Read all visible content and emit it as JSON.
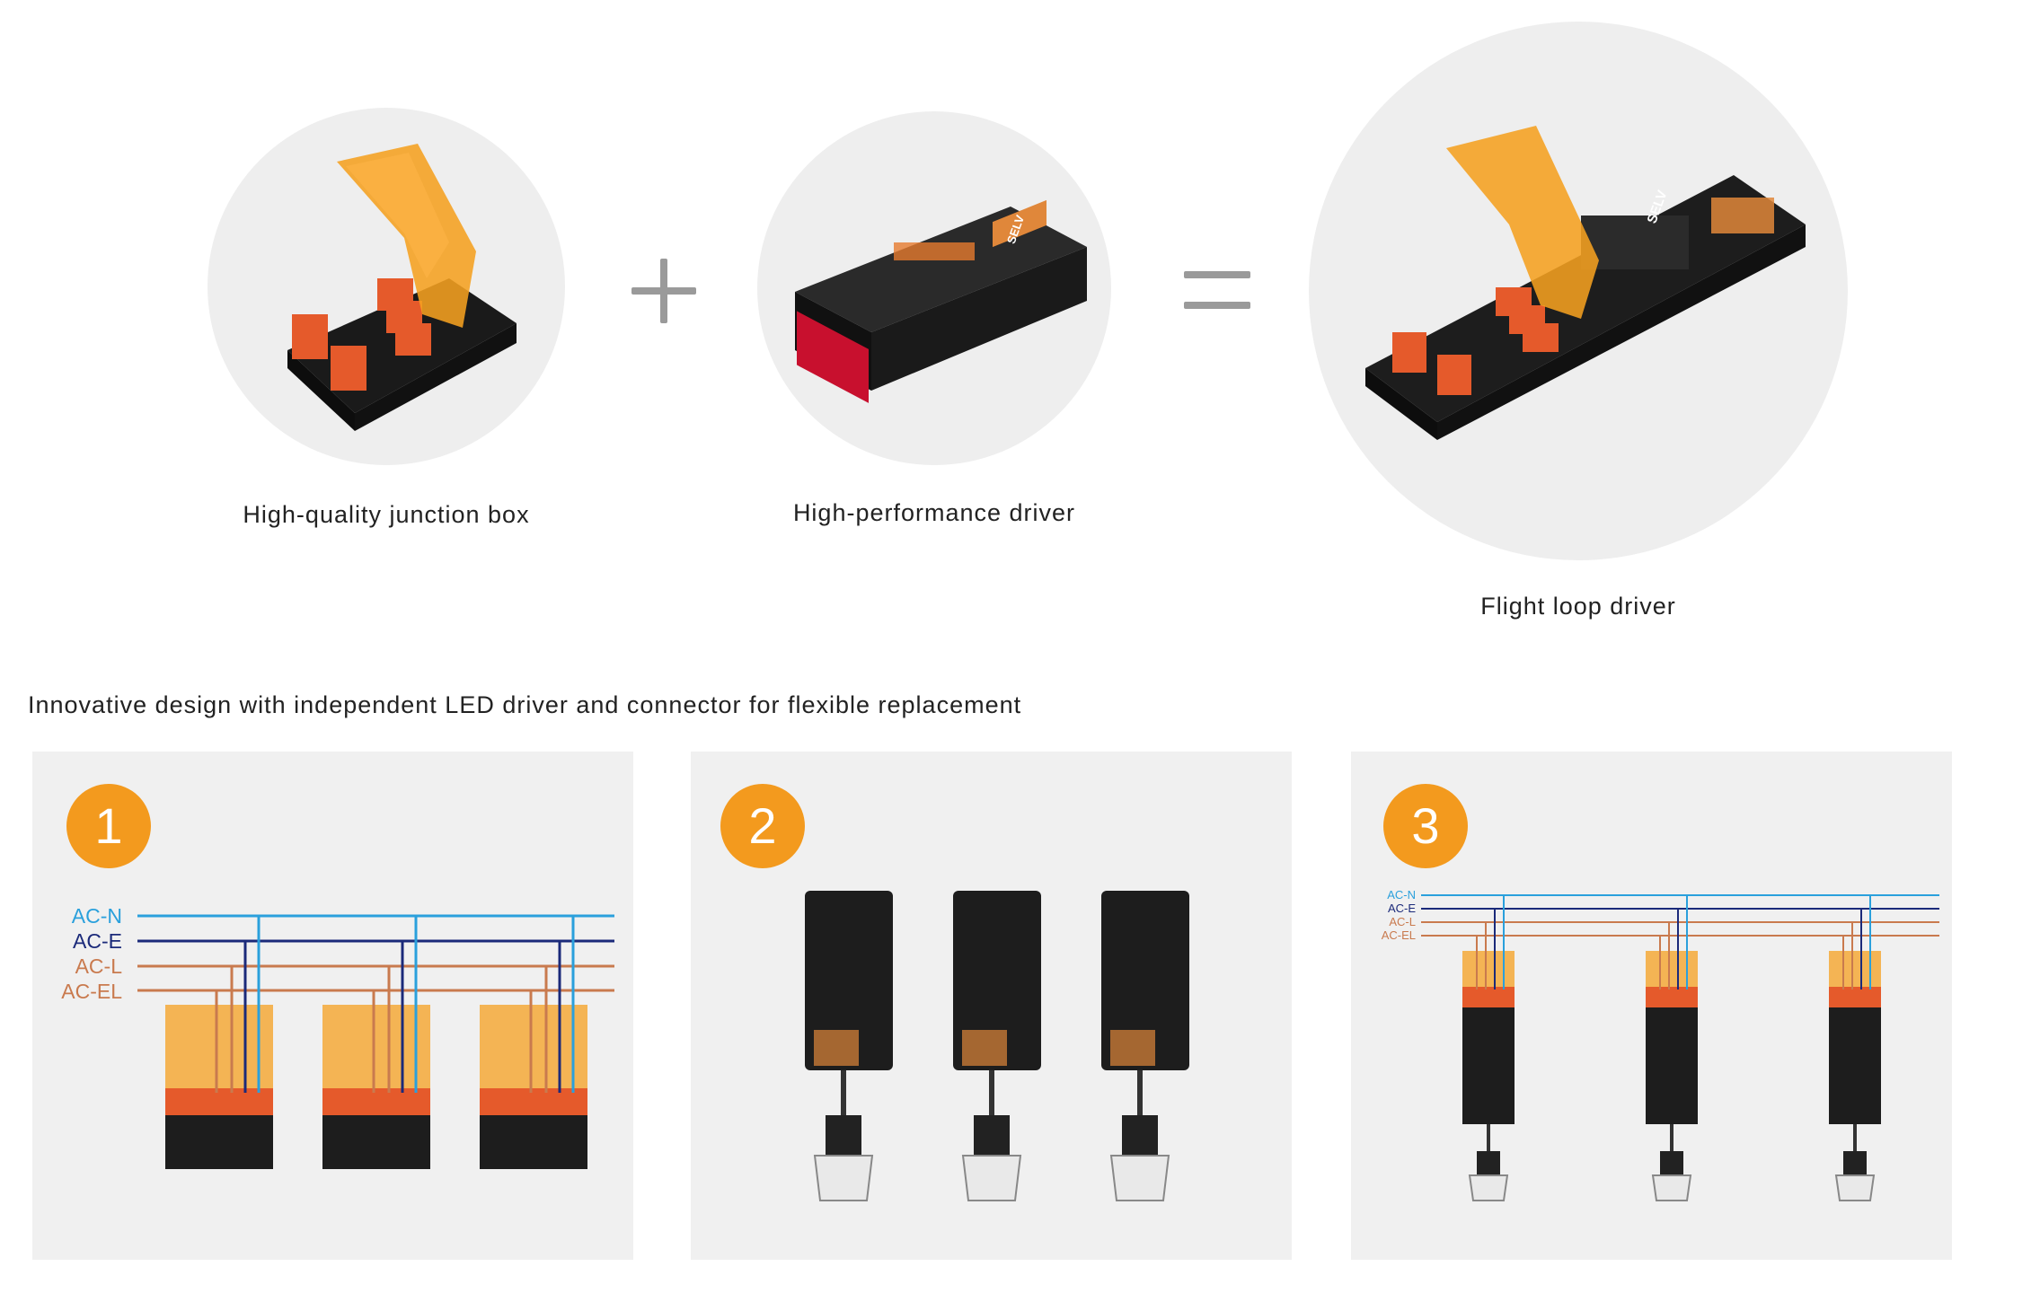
{
  "top": {
    "junction_box_caption": "High-quality junction box",
    "driver_caption": "High-performance driver",
    "flight_loop_caption": "Flight loop driver",
    "device_label": "SELV"
  },
  "tagline": "Innovative design with independent LED driver and connector for flexible replacement",
  "panels": [
    {
      "step": "1"
    },
    {
      "step": "2"
    },
    {
      "step": "3"
    }
  ],
  "wires": [
    "AC-N",
    "AC-E",
    "AC-L",
    "AC-EL"
  ],
  "colors": {
    "orange": "#f39a1e",
    "ac_n": "#2aa0dc",
    "ac_e": "#1b2a7a",
    "ac_l": "#c97a4e",
    "ac_el": "#c97a4e",
    "panel_bg": "#f0f0f0",
    "circle_bg": "#eeeeee"
  }
}
